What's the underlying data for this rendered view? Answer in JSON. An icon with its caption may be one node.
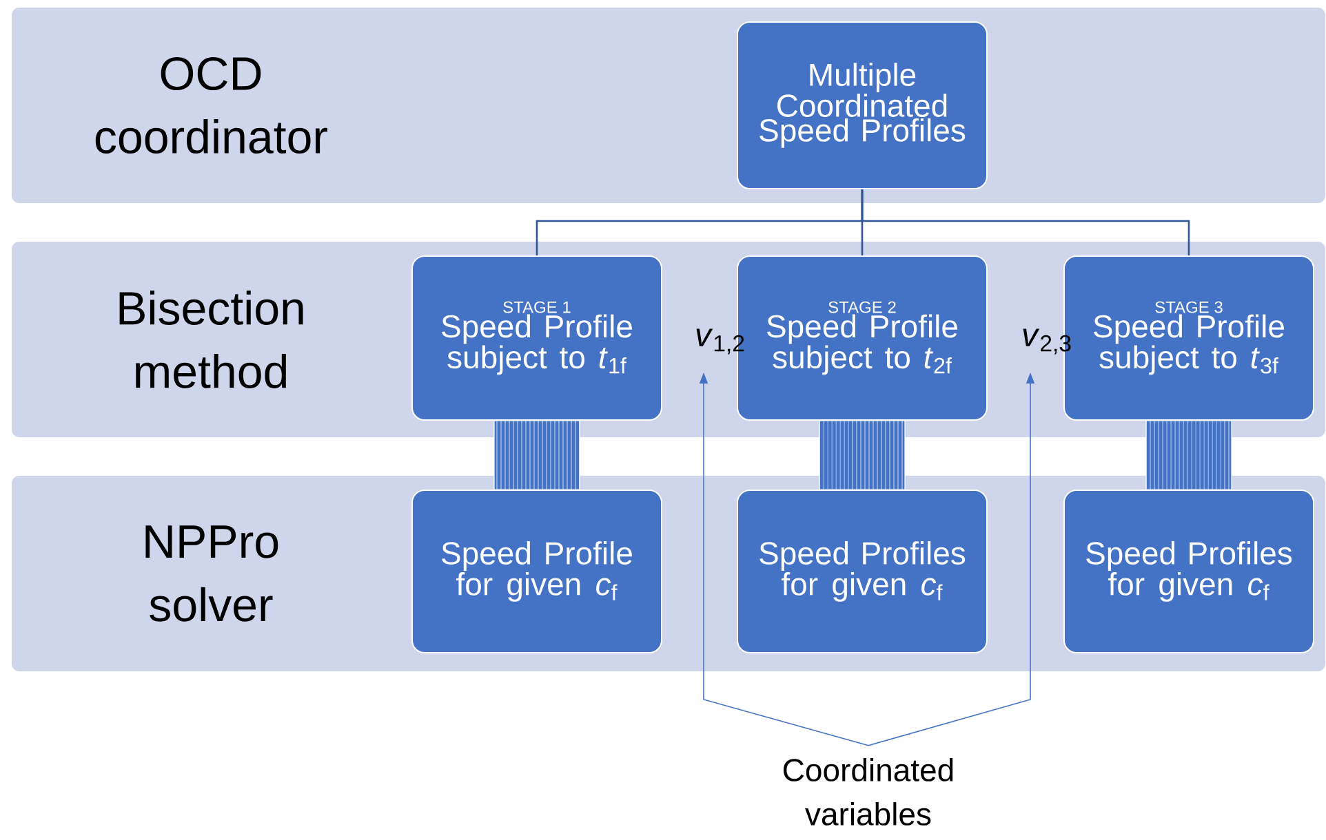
{
  "diagram": {
    "nodes": [
      {
        "text": [
          "OCD coordinator"
        ]
      },
      {
        "text": [
          "Multiple Coordinated Speed Profiles"
        ],
        "in": 0
      },
      {
        "text": [
          "Bisection method"
        ]
      },
      {
        "text": [
          "STAGE 1",
          "Speed Profile subject to *t*$_{1f}$"
        ],
        "in": 2
      },
      {
        "text": [
          "STAGE 2",
          "Speed Profile subject to *t*$_{2f}$"
        ],
        "in": 2
      },
      {
        "text": [
          "STAGE 3",
          "Speed Profile subject to *t*$_{3f}$"
        ],
        "in": 2
      },
      {
        "text": [
          "*v*$_{1,2}$"
        ],
        "in": 2
      },
      {
        "text": [
          "*v*$_{2,3}$"
        ],
        "in": 2
      },
      {
        "text": [
          "NPPro solver"
        ]
      },
      {
        "text": [
          "Speed Profile for given *c*$_{f}$"
        ],
        "in": 8
      },
      {
        "text": [
          "Speed Profiles for given *c*$_{f}$"
        ],
        "in": 8
      },
      {
        "text": [
          "Speed Profiles for given *c*$_{f}$"
        ],
        "in": 8
      },
      {
        "text": [
          "Coordinated variables"
        ]
      }
    ],
    "edges": [
      {
        "from": 1,
        "to": 3,
        "arrow": "none"
      },
      {
        "from": 1,
        "to": 4,
        "arrow": "none"
      },
      {
        "from": 1,
        "to": 5,
        "arrow": "none"
      },
      {
        "from": 3,
        "to": 9,
        "arrow": "none",
        "style": "thick"
      },
      {
        "from": 4,
        "to": 10,
        "arrow": "none",
        "style": "thick"
      },
      {
        "from": 5,
        "to": 11,
        "arrow": "none",
        "style": "thick"
      },
      {
        "from": 12,
        "to": 6,
        "arrow": "to",
        "color": "#4472c4"
      },
      {
        "from": 12,
        "to": 7,
        "arrow": "to",
        "color": "#4472c4"
      }
    ]
  }
}
